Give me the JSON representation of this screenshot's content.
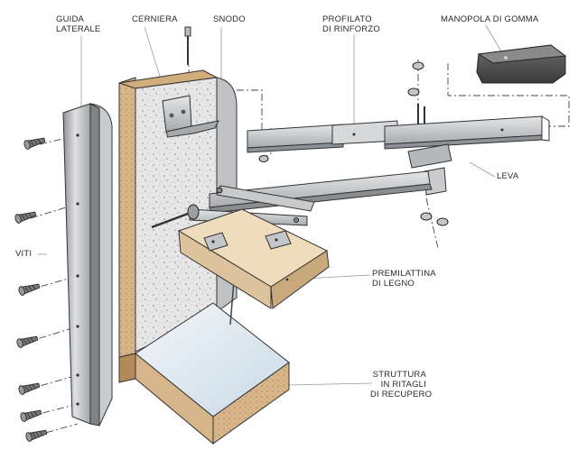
{
  "labels": {
    "guida_laterale": [
      "GUIDA",
      "LATERALE"
    ],
    "cerniera": "CERNIERA",
    "snodo": "SNODO",
    "profilato_di_rinforzo": [
      "PROFILATO",
      "DI RINFORZO"
    ],
    "manopola_di_gomma": "MANOPOLA DI GOMMA",
    "leva": "LEVA",
    "viti": "VITI",
    "premilattina_di_legno": [
      "PREMILATTINA",
      "DI LEGNO"
    ],
    "struttura_in_ritagli_di_recupero": [
      "STRUTTURA",
      "IN RITAGLI",
      "DI RECUPERO"
    ]
  },
  "colors": {
    "metal": "#b9bcbf",
    "metal_dark": "#8a8d90",
    "wood": "#e9d2b0",
    "wood_edge": "#c8a77c",
    "board_edge": "#8a6d52",
    "granite": "#dcdcdc",
    "leader": "#9a9a9a",
    "panel_blue": "#dfeaf2"
  }
}
